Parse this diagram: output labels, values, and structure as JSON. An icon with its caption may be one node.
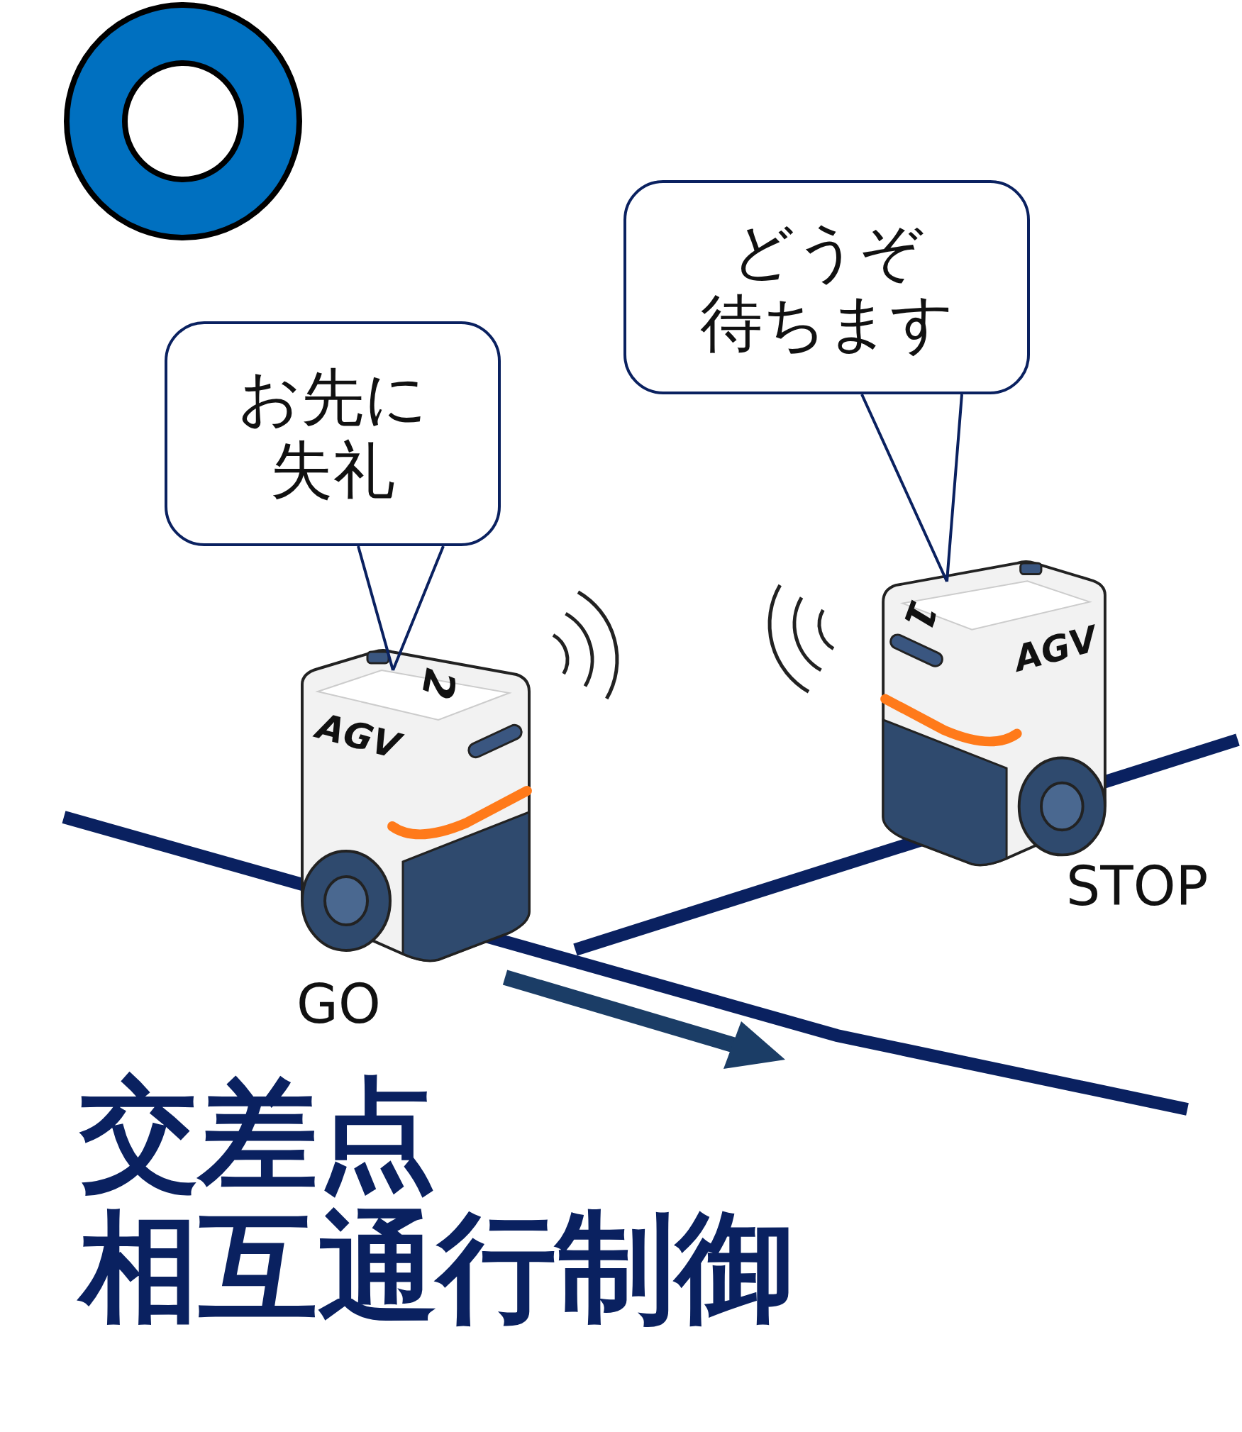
{
  "diagram": {
    "title": "交差点相互通行制御",
    "nodes": [
      {
        "text": [
          "お先に",
          "失礼"
        ]
      },
      {
        "text": [
          "2",
          "AGV"
        ],
        "beside": [
          "GO"
        ]
      },
      {
        "text": [
          "どうぞ",
          "待ちます"
        ]
      },
      {
        "text": [
          "1",
          "AGV"
        ],
        "beside": [
          "STOP"
        ]
      }
    ],
    "edges": [
      {
        "from": 0,
        "to": 1,
        "arrow": "none"
      },
      {
        "from": 2,
        "to": 3,
        "arrow": "none"
      }
    ]
  }
}
